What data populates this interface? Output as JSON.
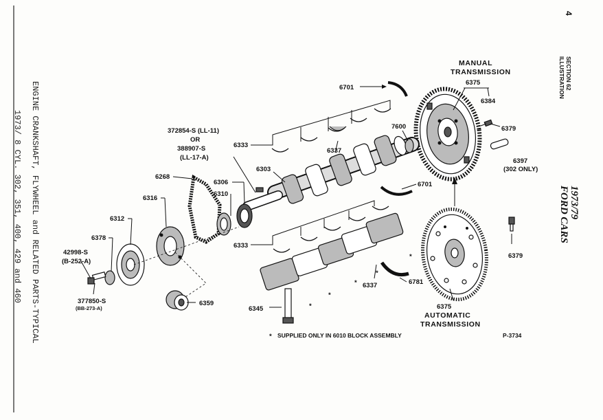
{
  "page_number": "4",
  "side_heading": {
    "line1": "ILLUSTRATION",
    "line2": "SECTION 62"
  },
  "side_title": {
    "years": "1973/79",
    "make": "FORD CARS"
  },
  "caption": {
    "line1": "ENGINE CRANKSHAFT, FLYWHEEL and RELATED PARTS-TYPICAL",
    "line2": "1973/   8 CYL. 302, 351, 400, 429 and 460"
  },
  "labels": {
    "manual_trans_1": "MANUAL",
    "manual_trans_2": "TRANSMISSION",
    "auto_trans_1": "AUTOMATIC",
    "auto_trans_2": "TRANSMISSION",
    "p6375_top": "6375",
    "p6375_bottom": "6375",
    "p6384": "6384",
    "p6379_top": "6379",
    "p6379_bottom": "6379",
    "p6397": "6397",
    "p6397_note": "(302 ONLY)",
    "p6701_top": "6701",
    "p6701_bottom": "6701",
    "p7600": "7600",
    "p372854": "372854-S (LL-11)",
    "or": "OR",
    "p388907": "388907-S",
    "p388907_code": "(LL-17-A)",
    "p6333_top": "6333",
    "p6333_bottom": "6333",
    "p6337_top": "6337",
    "p6337_bottom": "6337",
    "p6303": "6303",
    "p6268": "6268",
    "p6306": "6306",
    "p6310": "6310",
    "p6316": "6316",
    "p6312": "6312",
    "p6378": "6378",
    "p42998": "42998-S",
    "p42998_code": "(B-252-A)",
    "p377850": "377850-S",
    "p377850_code": "(BB-273-A)",
    "p6359": "6359",
    "p6345": "6345",
    "p6781": "6781",
    "asterisk": "*",
    "footnote": "SUPPLIED ONLY IN 6010 BLOCK ASSEMBLY",
    "plate": "P-3734"
  }
}
